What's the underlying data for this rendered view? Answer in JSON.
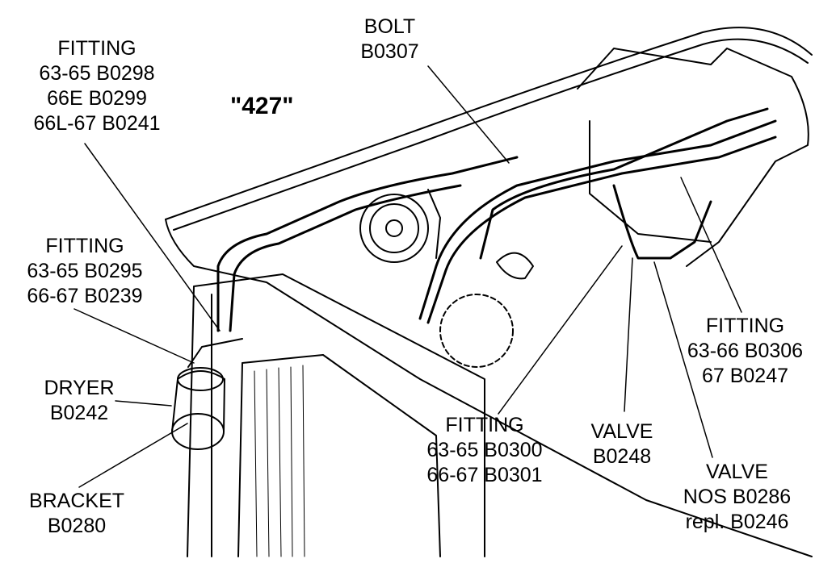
{
  "title": "\"427\"",
  "callouts": {
    "fitting_left_top": {
      "name": "FITTING",
      "lines": [
        "63-65  B0298",
        "66E  B0299",
        "66L-67  B0241"
      ]
    },
    "bolt": {
      "name": "BOLT",
      "lines": [
        "B0307"
      ]
    },
    "fitting_left_mid": {
      "name": "FITTING",
      "lines": [
        "63-65  B0295",
        "66-67  B0239"
      ]
    },
    "dryer": {
      "name": "DRYER",
      "lines": [
        "B0242"
      ]
    },
    "bracket": {
      "name": "BRACKET",
      "lines": [
        "B0280"
      ]
    },
    "fitting_bottom": {
      "name": "FITTING",
      "lines": [
        "63-65  B0300",
        "66-67  B0301"
      ]
    },
    "valve_b0248": {
      "name": "VALVE",
      "lines": [
        "B0248"
      ]
    },
    "valve_nos": {
      "name": "VALVE",
      "lines": [
        "NOS  B0286",
        "repl.  B0246"
      ]
    },
    "fitting_right": {
      "name": "FITTING",
      "lines": [
        "63-66  B0306",
        "67  B0247"
      ]
    }
  },
  "colors": {
    "ink": "#000000",
    "paper": "#ffffff"
  }
}
